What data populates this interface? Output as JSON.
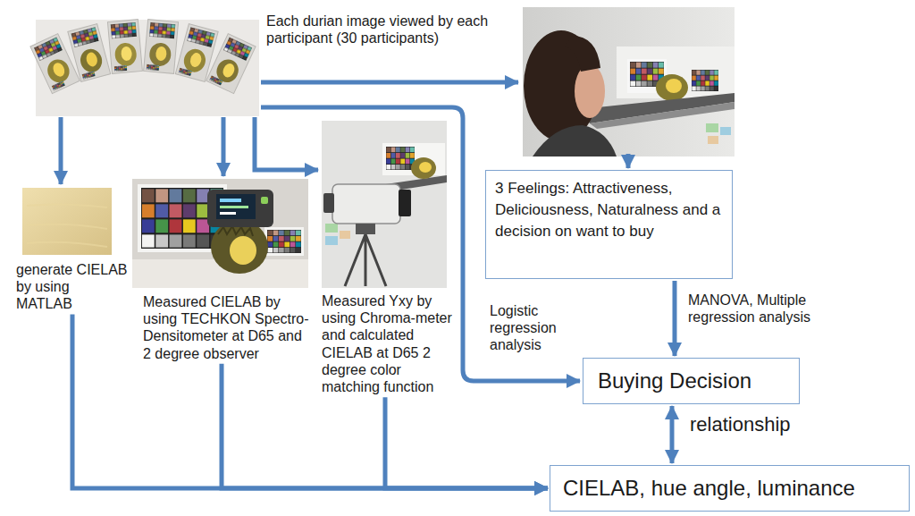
{
  "diagram": {
    "nodes": [
      {
        "text": [
          "3 Feelings: Attractiveness, Deliciousness, Naturalness and a decision on want to buy"
        ]
      },
      {
        "text": [
          "Buying Decision"
        ]
      },
      {
        "text": [
          "CIELAB, hue angle, luminance"
        ]
      },
      {
        "text": [
          "generate CIELAB by using MATLAB"
        ]
      },
      {
        "text": [
          "Measured CIELAB by using TECHKON Spectro-Densitometer at D65 and 2 degree observer"
        ]
      },
      {
        "text": [
          "Measured Yxy by using Chroma-meter and calculated CIELAB at D65 2 degree color matching function"
        ]
      }
    ],
    "edges": [
      {
        "from": 0,
        "to": 1,
        "arrow": "to",
        "label": "MANOVA, Multiple regression analysis"
      },
      {
        "from": 1,
        "to": 2,
        "arrow": "both",
        "label": "relationship"
      },
      {
        "from": 3,
        "to": 2,
        "arrow": "to"
      },
      {
        "from": 4,
        "to": 2,
        "arrow": "to"
      },
      {
        "from": 5,
        "to": 2,
        "arrow": "to"
      }
    ],
    "labels": [
      "Each durian image viewed by each participant (30 participants)",
      "Logistic regression analysis"
    ]
  }
}
